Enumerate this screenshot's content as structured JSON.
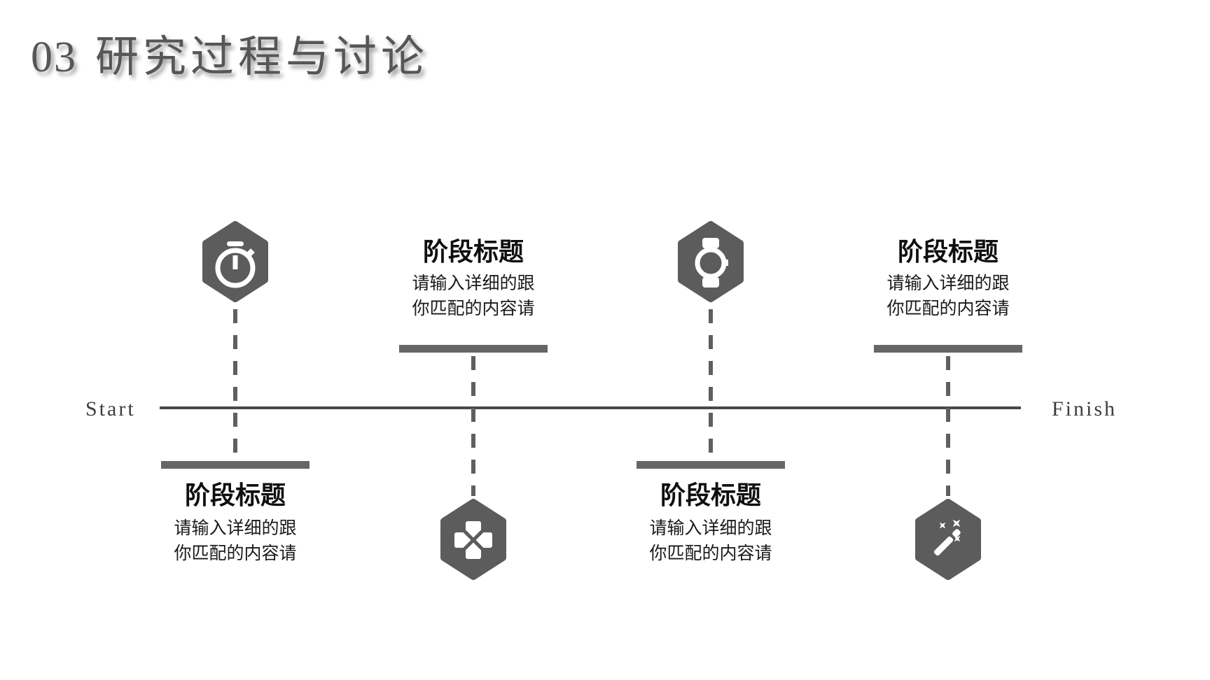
{
  "slide": {
    "section_number": "03",
    "title": "研究过程与讨论",
    "timeline": {
      "start_label": "Start",
      "finish_label": "Finish"
    },
    "stages": [
      {
        "icon": "stopwatch-icon",
        "layout": "icon-top",
        "title": "阶段标题",
        "desc_line1": "请输入详细的跟",
        "desc_line2": "你匹配的内容请"
      },
      {
        "icon": "dpad-icon",
        "layout": "icon-bottom",
        "title": "阶段标题",
        "desc_line1": "请输入详细的跟",
        "desc_line2": "你匹配的内容请"
      },
      {
        "icon": "watch-icon",
        "layout": "icon-top",
        "title": "阶段标题",
        "desc_line1": "请输入详细的跟",
        "desc_line2": "你匹配的内容请"
      },
      {
        "icon": "magic-wand-icon",
        "layout": "icon-bottom",
        "title": "阶段标题",
        "desc_line1": "请输入详细的跟",
        "desc_line2": "你匹配的内容请"
      }
    ],
    "colors": {
      "hexagon": "#5c5c5c",
      "bar": "#666666",
      "dash": "#5f5f5f",
      "timeline": "#484848",
      "title": "#565656",
      "heading_text": "#0f0f0f",
      "body_text": "#1a1a1a"
    }
  }
}
